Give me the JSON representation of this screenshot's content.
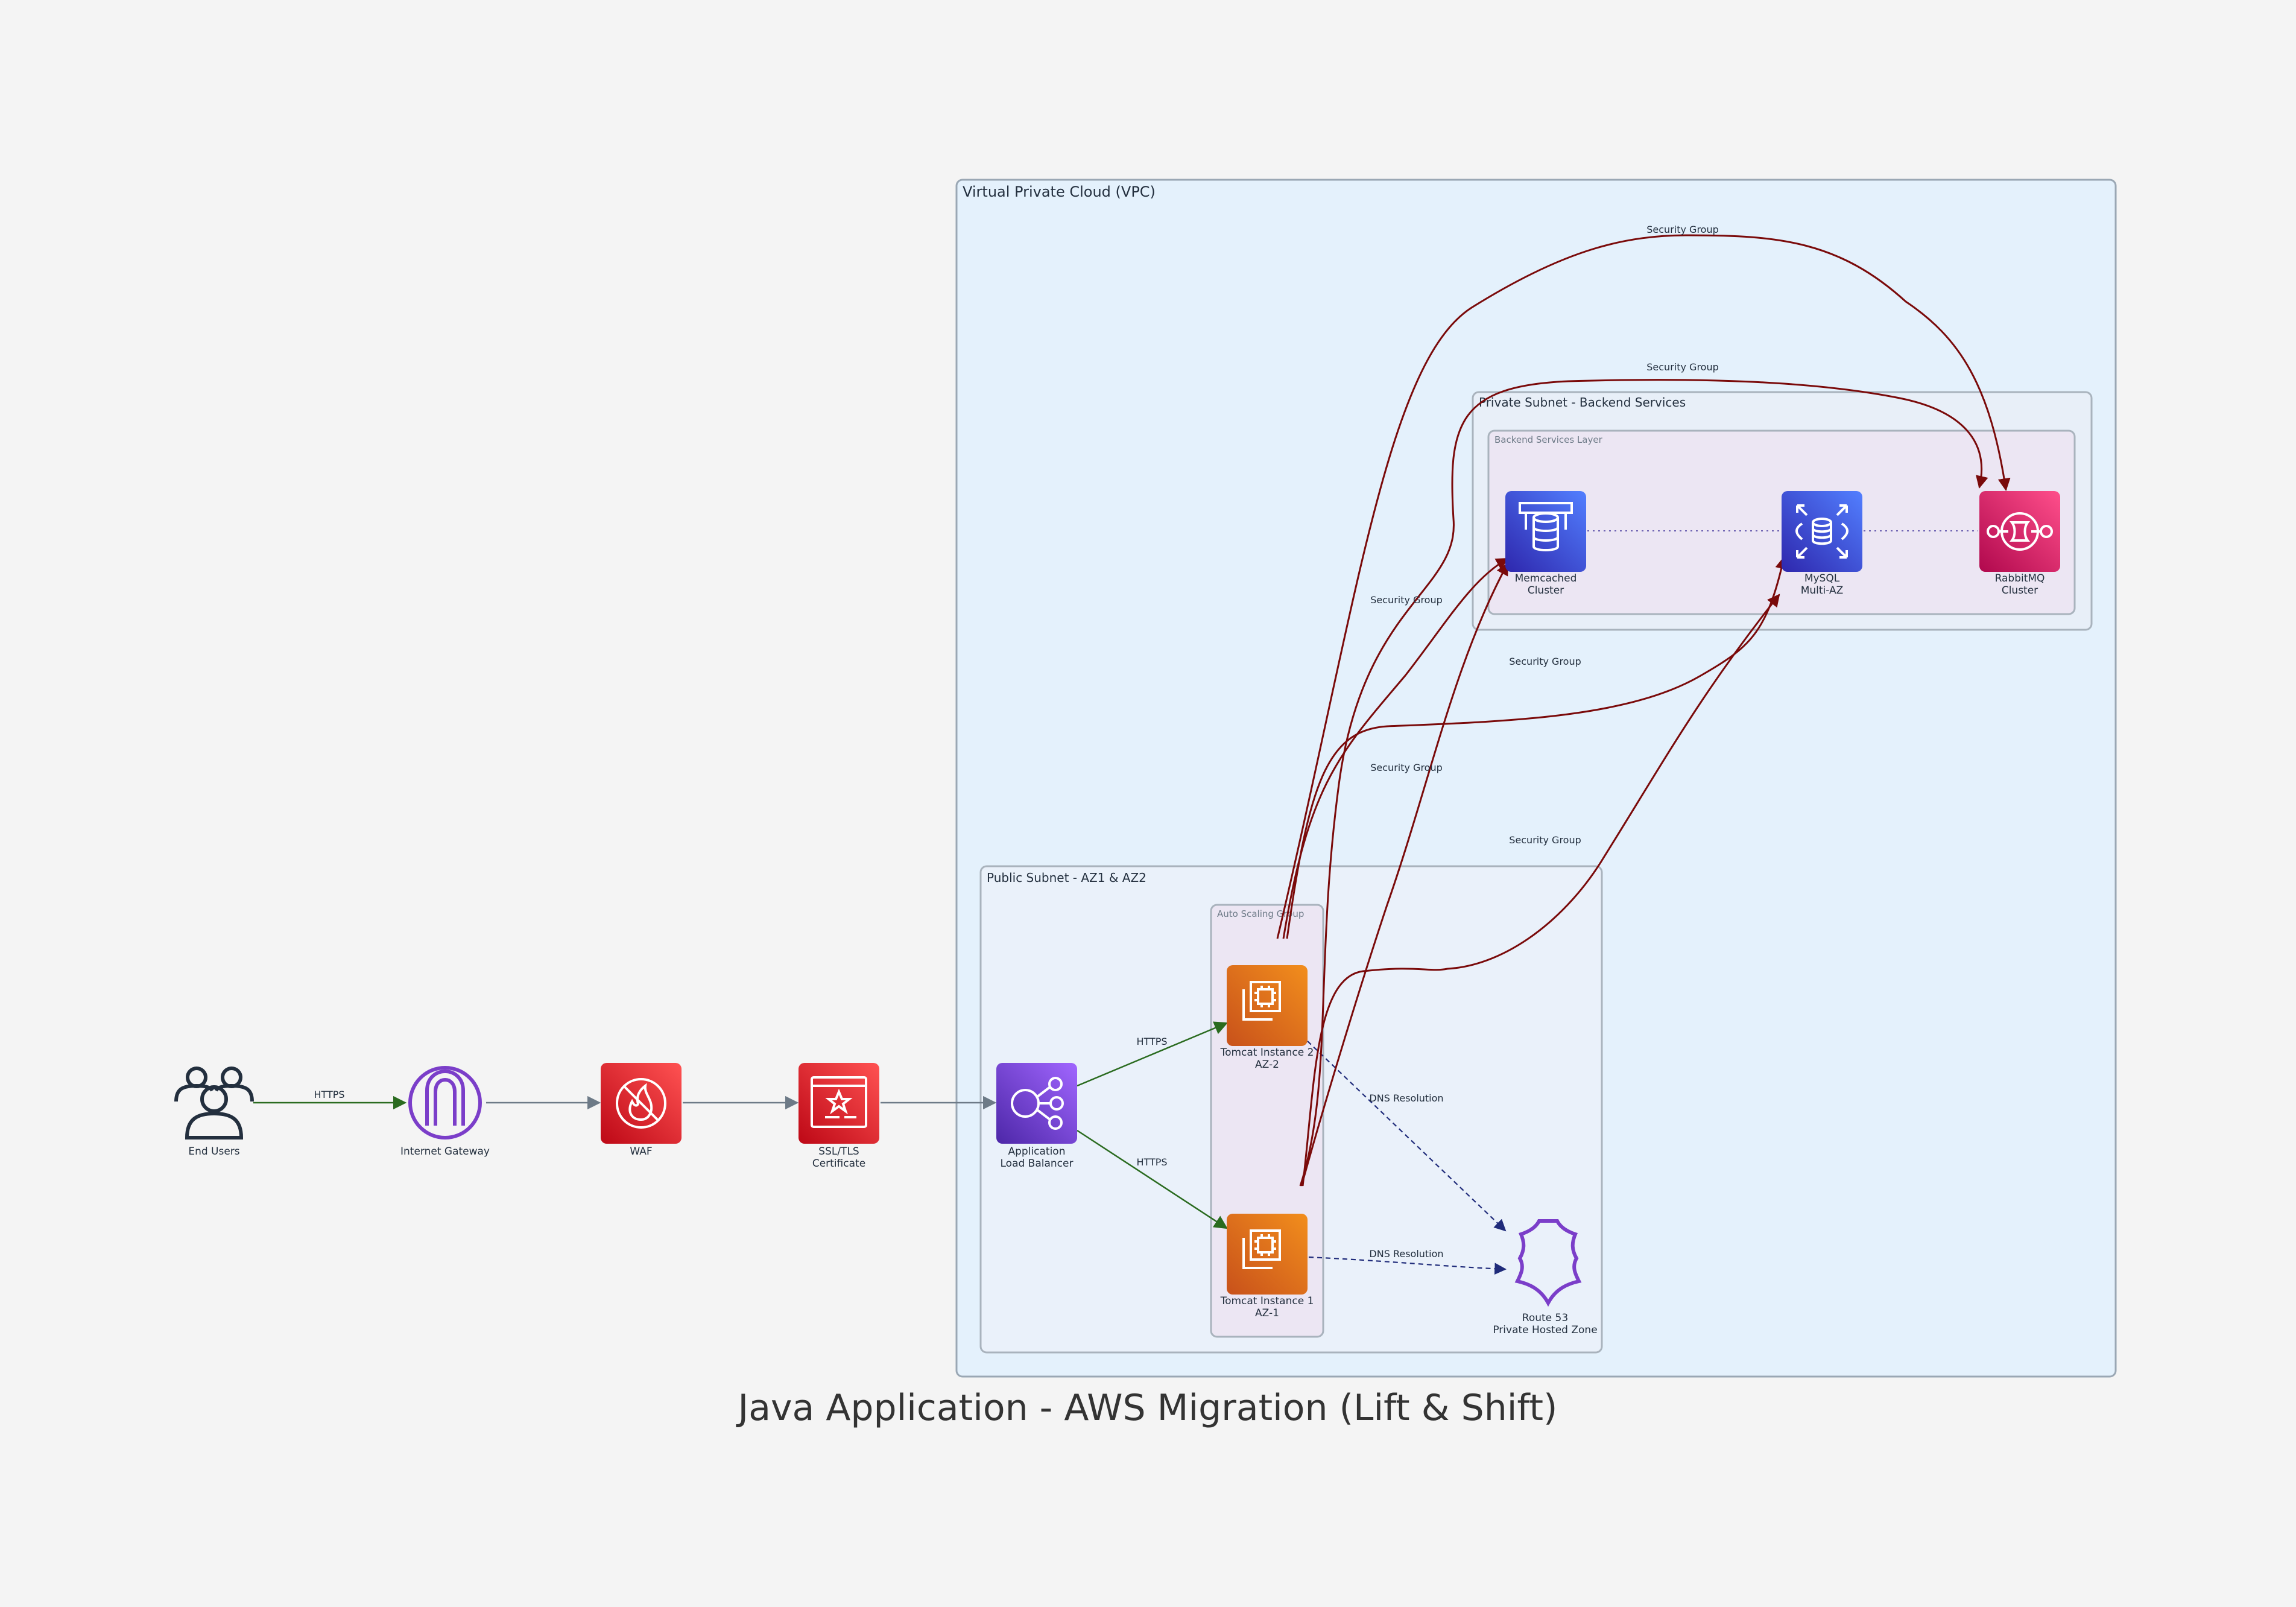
{
  "title": "Java Application - AWS Migration (Lift & Shift)",
  "clusters": {
    "vpc": "Virtual Private Cloud (VPC)",
    "private_subnet": "Private Subnet - Backend Services",
    "backend_layer": "Backend Services Layer",
    "public_subnet": "Public Subnet - AZ1 & AZ2",
    "asg": "Auto Scaling Group"
  },
  "nodes": {
    "users": {
      "line1": "End Users",
      "line2": ""
    },
    "igw": {
      "line1": "Internet Gateway",
      "line2": ""
    },
    "waf": {
      "line1": "WAF",
      "line2": ""
    },
    "ssl": {
      "line1": "SSL/TLS",
      "line2": "Certificate"
    },
    "alb": {
      "line1": "Application",
      "line2": "Load Balancer"
    },
    "tomcat2": {
      "line1": "Tomcat Instance 2",
      "line2": "AZ-2"
    },
    "tomcat1": {
      "line1": "Tomcat Instance 1",
      "line2": "AZ-1"
    },
    "route53": {
      "line1": "Route 53",
      "line2": "Private Hosted Zone"
    },
    "memcached": {
      "line1": "Memcached",
      "line2": "Cluster"
    },
    "mysql": {
      "line1": "MySQL",
      "line2": "Multi-AZ"
    },
    "rabbitmq": {
      "line1": "RabbitMQ",
      "line2": "Cluster"
    }
  },
  "edges": {
    "users_igw": "HTTPS",
    "alb_tomcat2": "HTTPS",
    "alb_tomcat1": "HTTPS",
    "dns1": "DNS Resolution",
    "dns2": "DNS Resolution",
    "sg1": "Security Group",
    "sg2": "Security Group",
    "sg3": "Security Group",
    "sg4": "Security Group",
    "sg5": "Security Group",
    "sg6": "Security Group"
  },
  "colors": {
    "background": "#f4f4f4",
    "vpc_fill": "#e4f1fc",
    "compute": "#e8770e",
    "database": "#3d50d6",
    "security": "#dd2a35",
    "networking": "#7b3ec9",
    "app_integration": "#d6286b",
    "https_edge": "#2a6b1f",
    "sg_edge": "#7a0a0a",
    "dns_edge": "#1f2b7a"
  }
}
